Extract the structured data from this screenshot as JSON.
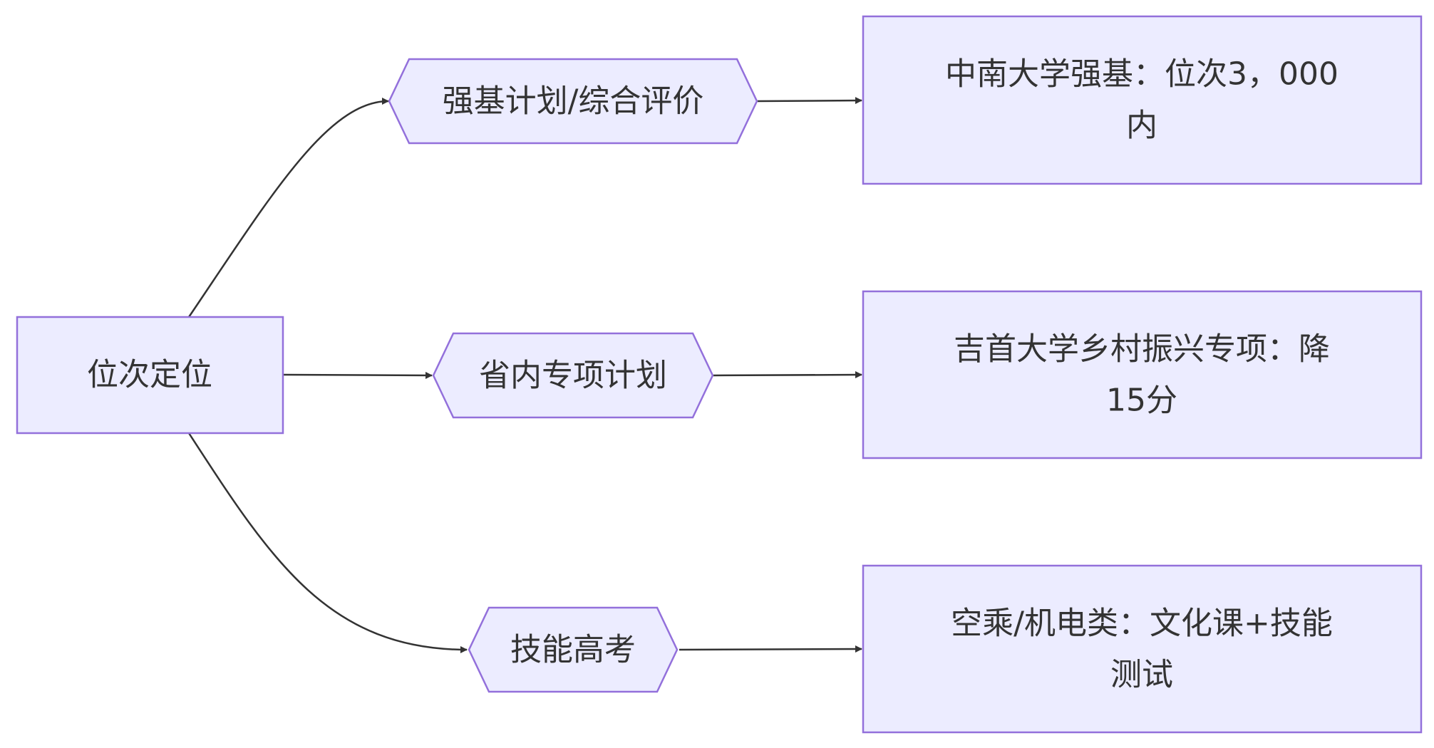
{
  "diagram": {
    "type": "flowchart",
    "direction": "left-to-right",
    "colors": {
      "node_fill": "#ececff",
      "node_stroke": "#9370db",
      "edge": "#333333",
      "text": "#333333",
      "background": "#ffffff"
    },
    "nodes": {
      "root": {
        "label": "位次定位",
        "shape": "rectangle"
      },
      "branch1": {
        "label": "强基计划/综合评价",
        "shape": "hexagon"
      },
      "branch2": {
        "label": "省内专项计划",
        "shape": "hexagon"
      },
      "branch3": {
        "label": "技能高考",
        "shape": "hexagon"
      },
      "leaf1": {
        "line1": "中南大学强基：位次3，000",
        "line2": "内",
        "shape": "rectangle"
      },
      "leaf2": {
        "line1": "吉首大学乡村振兴专项：降",
        "line2": "15分",
        "shape": "rectangle"
      },
      "leaf3": {
        "line1": "空乘/机电类：文化课+技能",
        "line2": "测试",
        "shape": "rectangle"
      }
    },
    "edges": [
      {
        "from": "root",
        "to": "branch1"
      },
      {
        "from": "root",
        "to": "branch2"
      },
      {
        "from": "root",
        "to": "branch3"
      },
      {
        "from": "branch1",
        "to": "leaf1"
      },
      {
        "from": "branch2",
        "to": "leaf2"
      },
      {
        "from": "branch3",
        "to": "leaf3"
      }
    ]
  }
}
